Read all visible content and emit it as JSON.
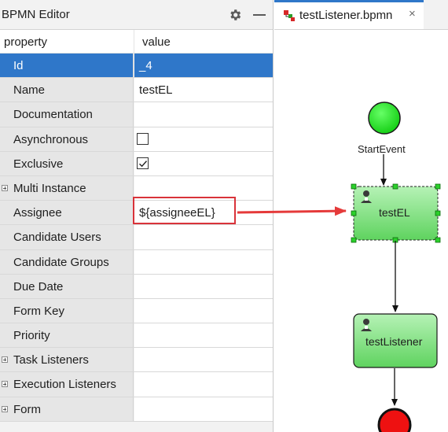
{
  "panel": {
    "title": "BPMN Editor"
  },
  "table": {
    "col_property": "property",
    "col_value": "value",
    "rows": [
      {
        "name": "Id",
        "value": "_4"
      },
      {
        "name": "Name",
        "value": "testEL"
      },
      {
        "name": "Documentation",
        "value": ""
      },
      {
        "name": "Asynchronous",
        "value": ""
      },
      {
        "name": "Exclusive",
        "value": ""
      },
      {
        "name": "Multi Instance",
        "value": ""
      },
      {
        "name": "Assignee",
        "value": "${assigneeEL}"
      },
      {
        "name": "Candidate Users",
        "value": ""
      },
      {
        "name": "Candidate Groups",
        "value": ""
      },
      {
        "name": "Due Date",
        "value": ""
      },
      {
        "name": "Form Key",
        "value": ""
      },
      {
        "name": "Priority",
        "value": ""
      },
      {
        "name": "Task Listeners",
        "value": ""
      },
      {
        "name": "Execution Listeners",
        "value": ""
      },
      {
        "name": "Form",
        "value": ""
      }
    ]
  },
  "tab": {
    "label": "testListener.bpmn",
    "close": "×"
  },
  "diagram": {
    "start_event_label": "StartEvent",
    "task1_label": "testEL",
    "task2_label": "testListener"
  },
  "colors": {
    "selection": "#2f77c9",
    "highlight": "#d9333a",
    "task_fill": "#7fe07f",
    "start_fill": "#22dd22",
    "end_fill": "#ee1111"
  },
  "icons": {
    "settings": "gear-icon",
    "minimize": "minimize-icon",
    "file": "bpmn-file-icon",
    "user_task": "user-task-icon"
  }
}
